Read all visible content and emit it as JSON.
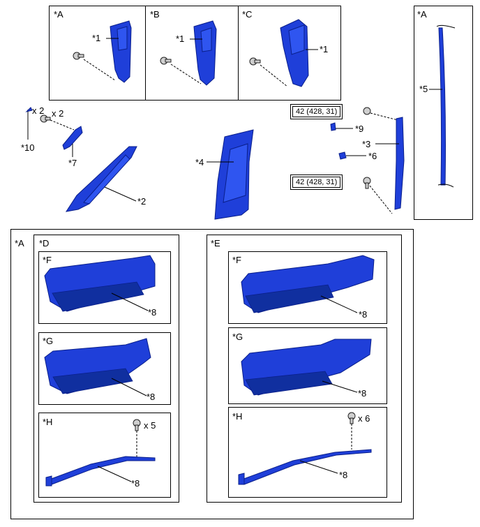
{
  "labels": {
    "A_top": "*A",
    "B_top": "*B",
    "C_top": "*C",
    "A_right": "*A",
    "A_bottom": "*A",
    "D": "*D",
    "E": "*E",
    "F_left": "*F",
    "G_left": "*G",
    "H_left": "*H",
    "F_right": "*F",
    "G_right": "*G",
    "H_right": "*H"
  },
  "callouts": {
    "n1": "*1",
    "n2": "*2",
    "n3": "*3",
    "n4": "*4",
    "n5": "*5",
    "n6": "*6",
    "n7": "*7",
    "n8": "*8",
    "n9": "*9",
    "n10": "*10"
  },
  "quantities": {
    "x2": "x 2",
    "x5": "x 5",
    "x6": "x 6"
  },
  "torque": {
    "value": "42 (428, 31)"
  },
  "colors": {
    "part": "#1f3fd9",
    "line": "#000000"
  }
}
